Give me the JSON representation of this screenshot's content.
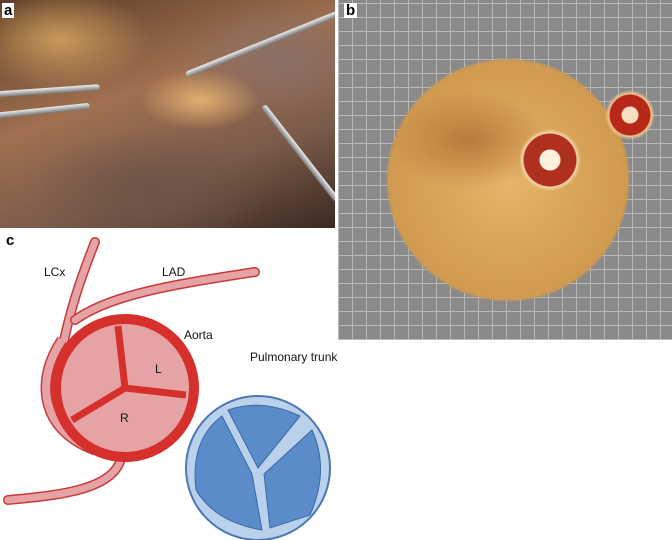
{
  "panels": {
    "a": {
      "label": "a"
    },
    "b": {
      "label": "b"
    },
    "c": {
      "label": "c",
      "labels": {
        "lcx": "LCx",
        "lad": "LAD",
        "aorta": "Aorta",
        "left_cusp": "L",
        "right_cusp": "R",
        "pulmonary": "Pulmonary trunk"
      }
    }
  },
  "colors": {
    "aorta_fill": "#e6a3a5",
    "aorta_wall": "#d6302c",
    "pulmonary_fill": "#5b8bc8",
    "pulmonary_wall": "#b9d1ea"
  }
}
